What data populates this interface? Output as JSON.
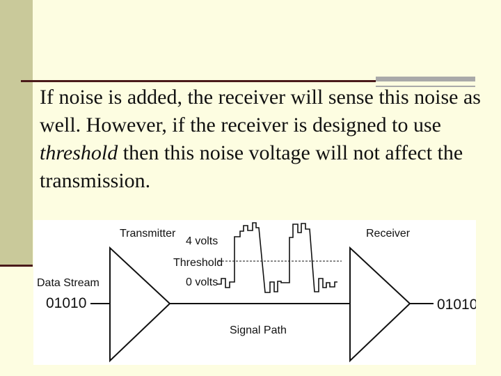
{
  "slide": {
    "paragraph": {
      "before_italic": "If noise is added, the receiver will sense this noise as well. However, if the receiver is designed to use ",
      "italic": "threshold",
      "after_italic": " then this noise voltage will not affect the transmission."
    }
  },
  "diagram": {
    "transmitter_label": "Transmitter",
    "receiver_label": "Receiver",
    "data_stream_label": "Data Stream",
    "input_bits": "01010",
    "output_bits": "01010",
    "four_volts_label": "4 volts",
    "threshold_label": "Threshold",
    "zero_volts_label": "0 volts",
    "signal_path_label": "Signal Path"
  }
}
